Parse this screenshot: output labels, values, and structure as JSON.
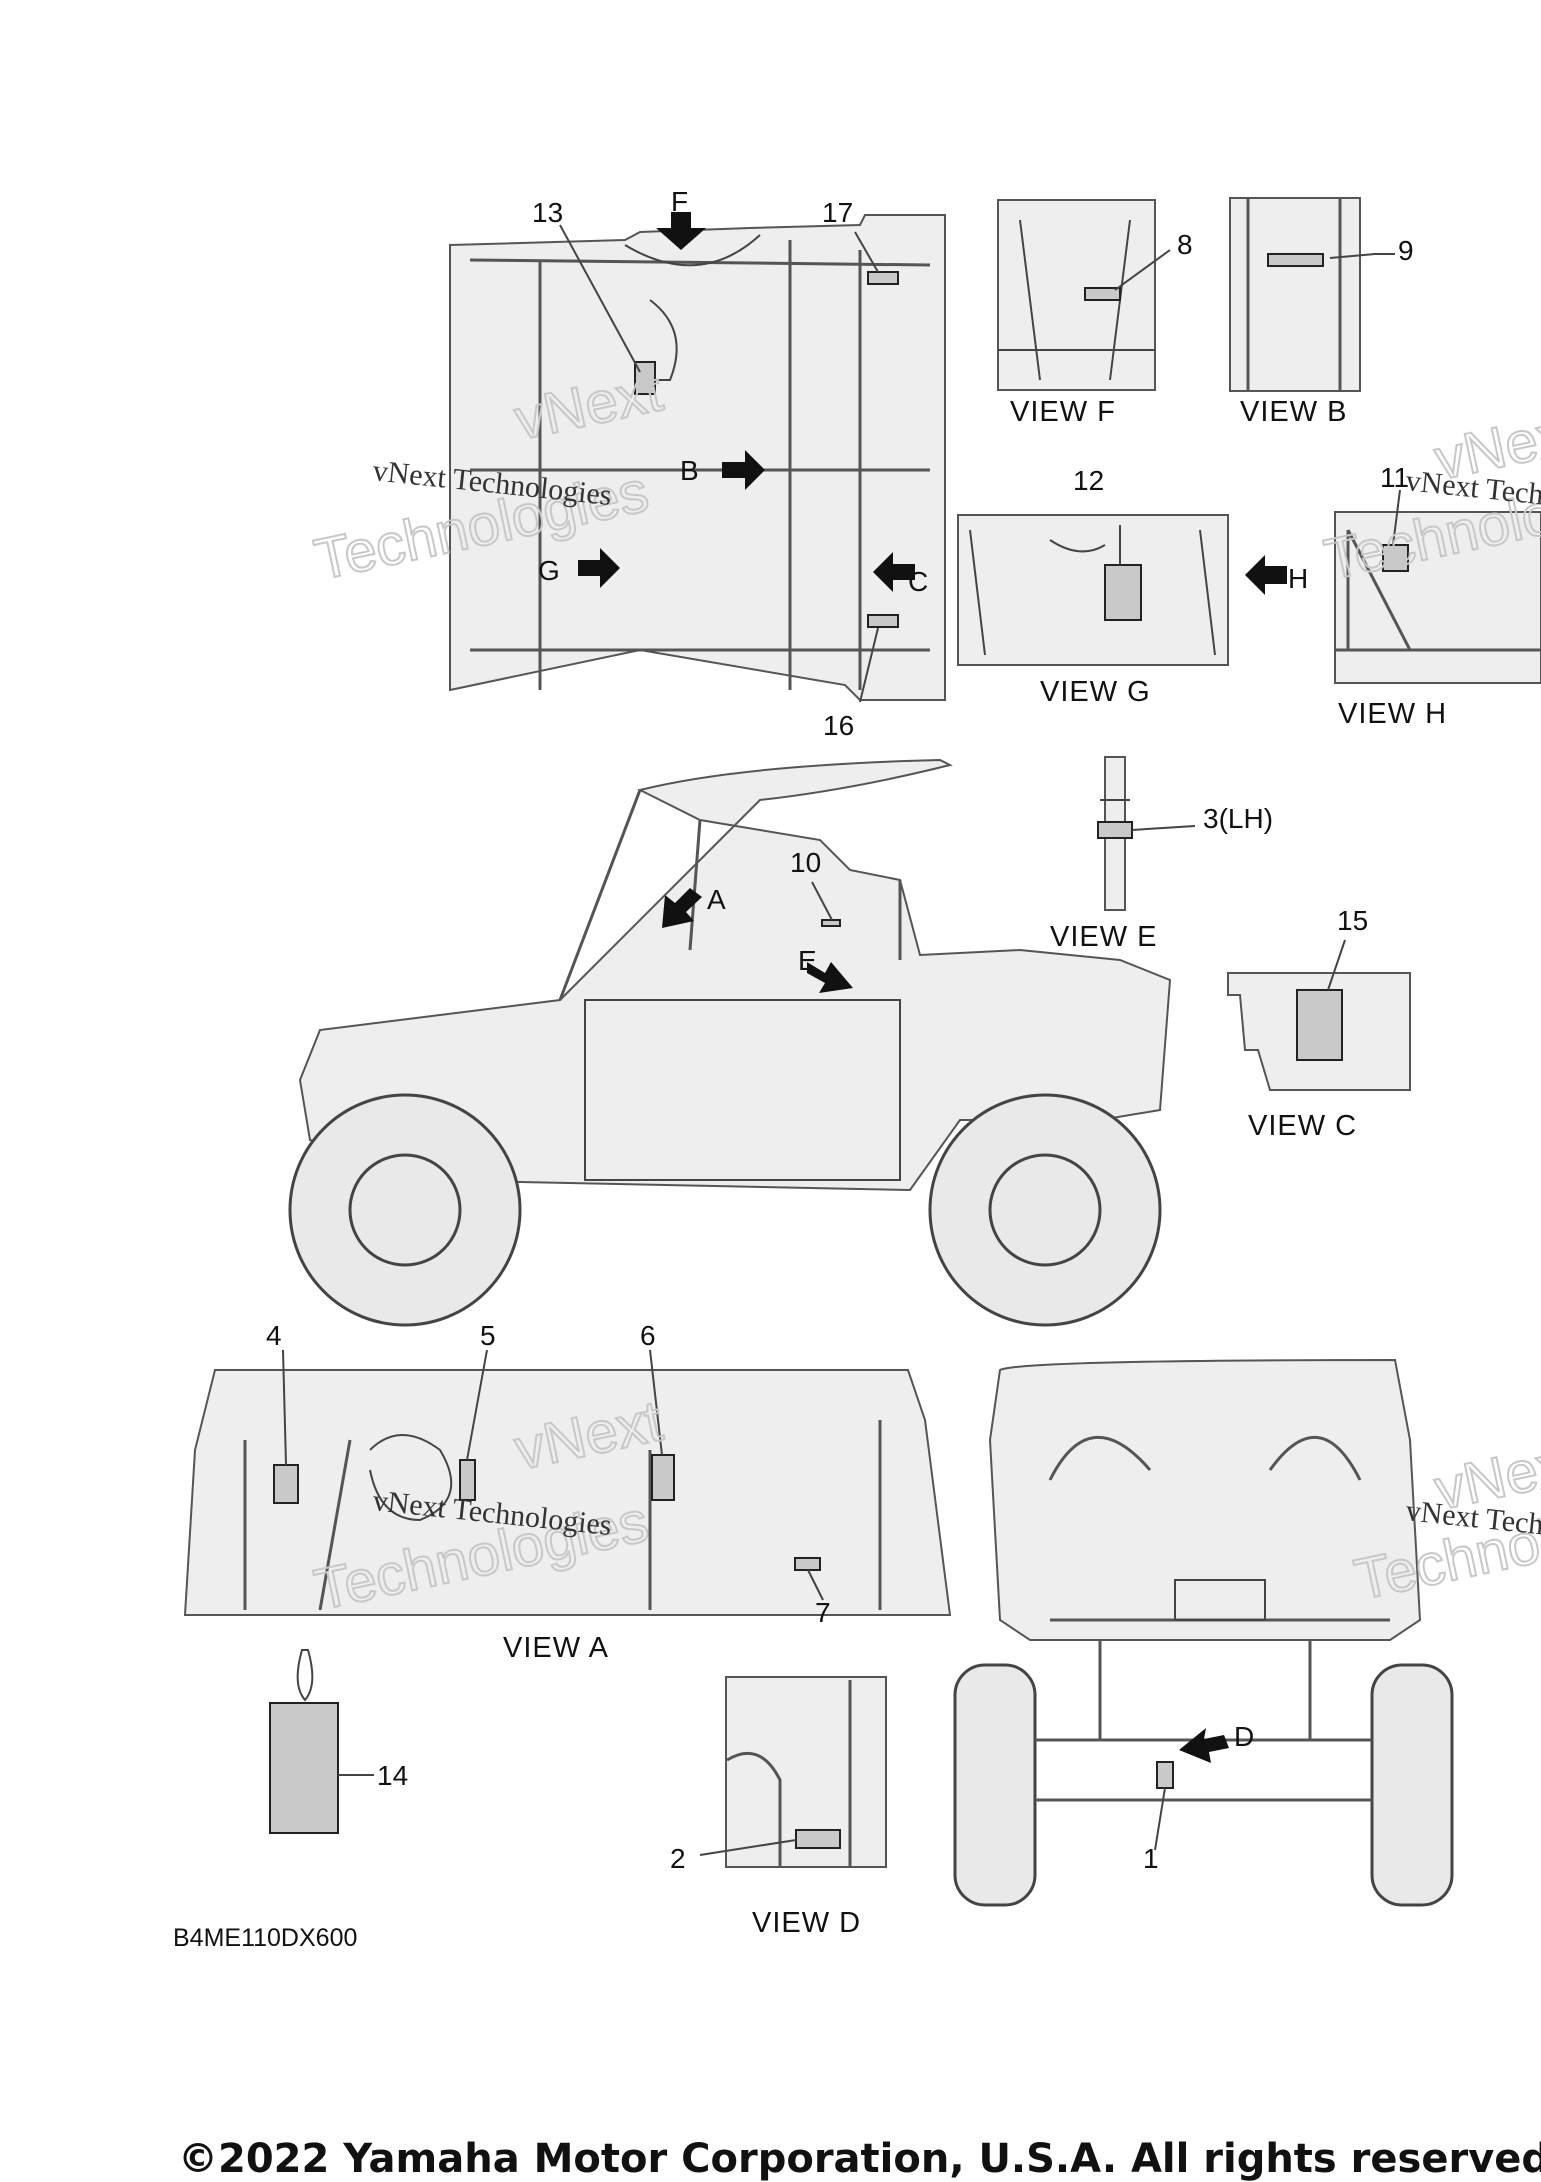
{
  "callouts": {
    "c1": "1",
    "c2": "2",
    "c3": "3(LH)",
    "c4": "4",
    "c5": "5",
    "c6": "6",
    "c7": "7",
    "c8": "8",
    "c9": "9",
    "c10": "10",
    "c11": "11",
    "c12": "12",
    "c13": "13",
    "c14": "14",
    "c15": "15",
    "c16": "16",
    "c17": "17"
  },
  "arrows": {
    "A": "A",
    "B": "B",
    "C": "C",
    "D": "D",
    "E": "E",
    "F": "F",
    "G": "G",
    "H": "H"
  },
  "views": {
    "a": "VIEW A",
    "b": "VIEW B",
    "c": "VIEW C",
    "d": "VIEW D",
    "e": "VIEW E",
    "f": "VIEW F",
    "g": "VIEW G",
    "h": "VIEW H"
  },
  "watermark": {
    "text": "vNext Technologies",
    "vnext": "vNext",
    "technologies": "Technologies"
  },
  "diagram_code": "B4ME110DX600",
  "copyright": "©2022 Yamaha Motor Corporation, U.S.A. All rights reserved."
}
